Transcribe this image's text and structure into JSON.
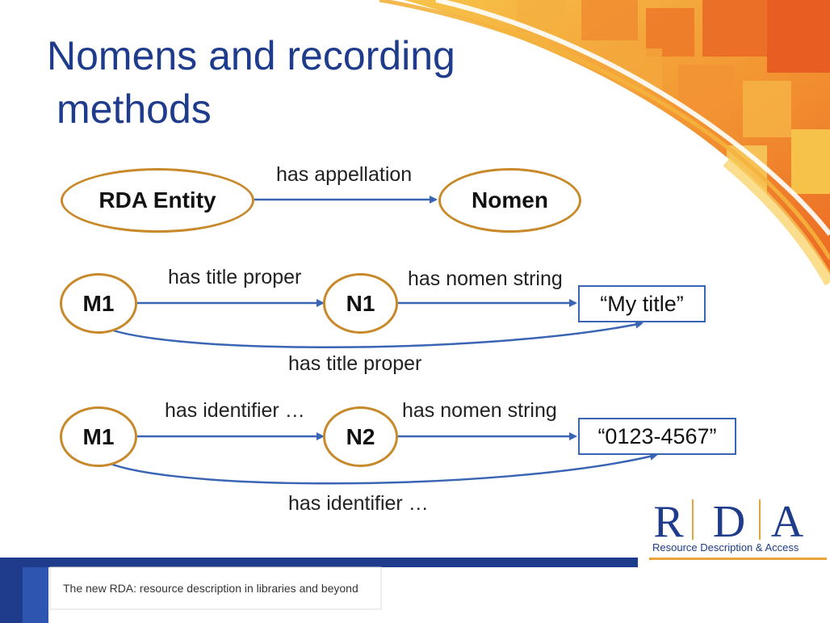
{
  "slide": {
    "title_line1": "Nomens and recording",
    "title_line2": "methods"
  },
  "diagram": {
    "nodes": {
      "rda_entity": "RDA Entity",
      "nomen": "Nomen",
      "m1_a": "M1",
      "n1": "N1",
      "my_title": "“My title”",
      "m1_b": "M1",
      "n2": "N2",
      "identifier_value": "“0123-4567”"
    },
    "edges": {
      "has_appellation": "has appellation",
      "has_title_proper_1": "has title proper",
      "has_nomen_string_1": "has nomen string",
      "has_title_proper_2": "has title proper",
      "has_identifier_1": "has identifier …",
      "has_nomen_string_2": "has nomen string",
      "has_identifier_2": "has identifier …"
    }
  },
  "footer": {
    "text": "The new RDA: resource description in libraries and beyond"
  },
  "logo": {
    "letters": [
      "R",
      "D",
      "A"
    ],
    "subtitle": "Resource Description & Access"
  },
  "colors": {
    "title": "#1f3c8c",
    "ellipse_border": "#c8892a",
    "rect_border": "#3a64b4",
    "arrow": "#3a64b4",
    "footer_bar": "#1f3c8c",
    "accent_orange": "#e8792a"
  }
}
